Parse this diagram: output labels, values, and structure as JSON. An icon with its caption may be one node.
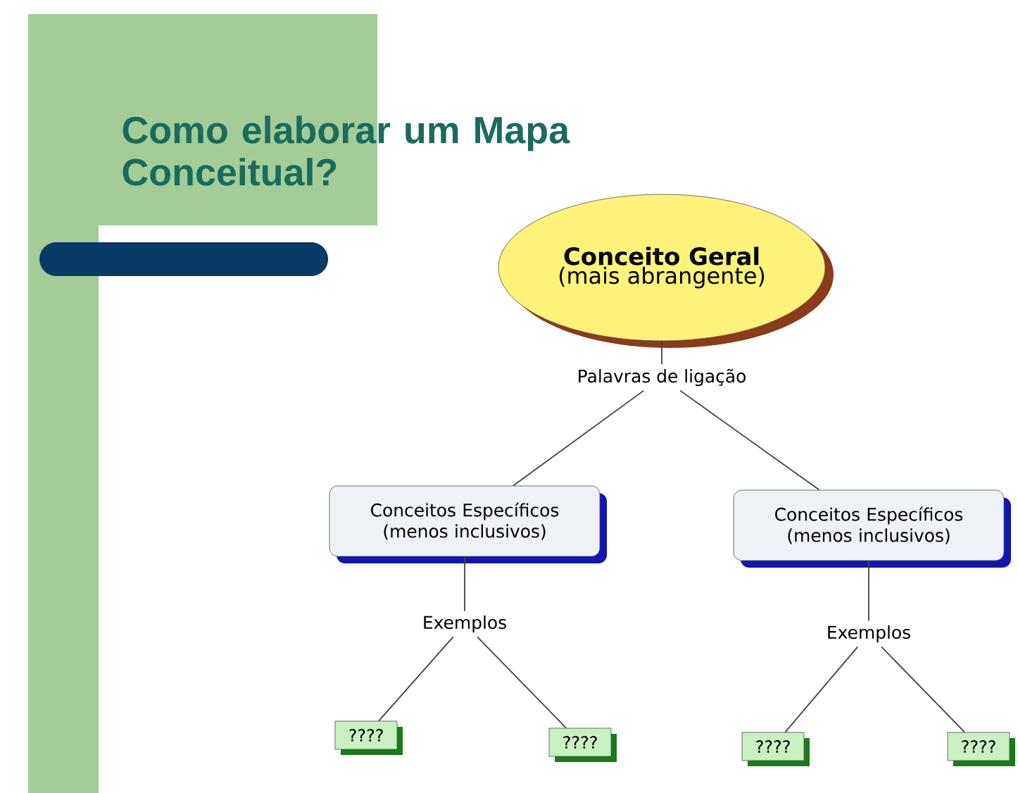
{
  "diagram": {
    "title": "Como elaborar um Mapa Conceitual?",
    "nodes": [
      {
        "text": [
          "Conceito Geral",
          "(mais abrangente)"
        ]
      },
      {
        "text": [
          "Palavras de ligação"
        ]
      },
      {
        "text": [
          "Conceitos Específicos (menos inclusivos)"
        ]
      },
      {
        "text": [
          "Conceitos Específicos (menos inclusivos)"
        ]
      },
      {
        "text": [
          "Exemplos"
        ]
      },
      {
        "text": [
          "Exemplos"
        ]
      },
      {
        "text": [
          "????"
        ]
      },
      {
        "text": [
          "????"
        ]
      },
      {
        "text": [
          "????"
        ]
      },
      {
        "text": [
          "????"
        ]
      }
    ],
    "edges": [
      {
        "from": 0,
        "to": 1,
        "arrow": "none"
      },
      {
        "from": 1,
        "to": 2,
        "arrow": "none"
      },
      {
        "from": 1,
        "to": 3,
        "arrow": "none"
      },
      {
        "from": 2,
        "to": 4,
        "arrow": "none"
      },
      {
        "from": 3,
        "to": 5,
        "arrow": "none"
      },
      {
        "from": 4,
        "to": 6,
        "arrow": "none"
      },
      {
        "from": 4,
        "to": 7,
        "arrow": "none"
      },
      {
        "from": 5,
        "to": 8,
        "arrow": "none"
      },
      {
        "from": 5,
        "to": 9,
        "arrow": "none"
      }
    ]
  }
}
